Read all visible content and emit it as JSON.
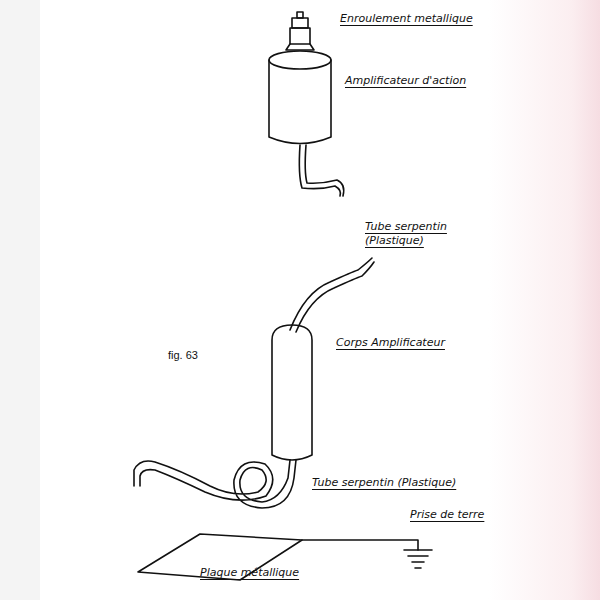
{
  "diagram": {
    "labels": [
      "Enroulement metallique",
      "Amplificateur d'action",
      "Tube serpentin (Plastique)",
      "fig. 63",
      "Corps Amplificateur",
      "Tube serpentin (Plastique)",
      "Prise de terre",
      "Plaque métallique"
    ]
  }
}
